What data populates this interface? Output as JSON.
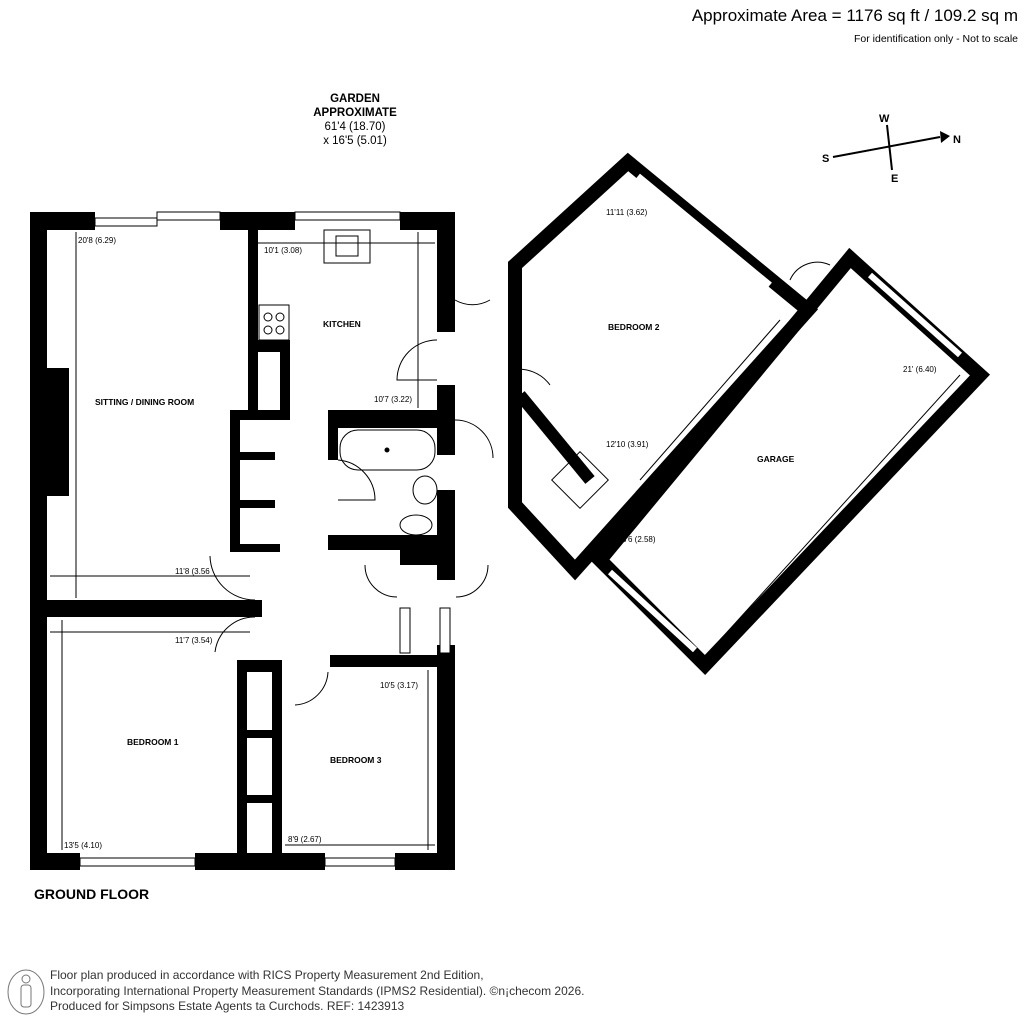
{
  "header": {
    "area": "Approximate Area = 1176 sq ft / 109.2 sq m",
    "note": "For identification only - Not to scale"
  },
  "garden": {
    "label1": "GARDEN",
    "label2": "APPROXIMATE",
    "dim1": "61'4 (18.70)",
    "dim2": "x 16'5 (5.01)"
  },
  "compass": {
    "w": "W",
    "n": "N",
    "s": "S",
    "e": "E"
  },
  "rooms": {
    "kitchen": "KITCHEN",
    "sitting": "SITTING / DINING ROOM",
    "bedroom1": "BEDROOM 1",
    "bedroom2": "BEDROOM 2",
    "bedroom3": "BEDROOM 3",
    "garage": "GARAGE"
  },
  "dimensions": {
    "sitting_h": "20'8 (6.29)",
    "sitting_w": "11'8 (3.56",
    "kitchen_w": "10'1 (3.08)",
    "kitchen_h": "10'7 (3.22)",
    "bed1_w": "11'7 (3.54)",
    "bed1_h": "13'5 (4.10)",
    "bed3_h": "10'5 (3.17)",
    "bed3_w": "8'9 (2.67)",
    "bed2_w": "11'11 (3.62)",
    "bed2_h": "12'10 (3.91)",
    "garage_l": "21' (6.40)",
    "garage_w": "8'6 (2.58)"
  },
  "floor_label": "GROUND FLOOR",
  "footer": {
    "line1": "Floor plan produced in accordance with RICS Property Measurement 2nd Edition,",
    "line2": "Incorporating International Property Measurement Standards (IPMS2 Residential).   ©n¡checom 2026.",
    "line3": "Produced for Simpsons Estate Agents ta Curchods.   REF: 1423913"
  }
}
